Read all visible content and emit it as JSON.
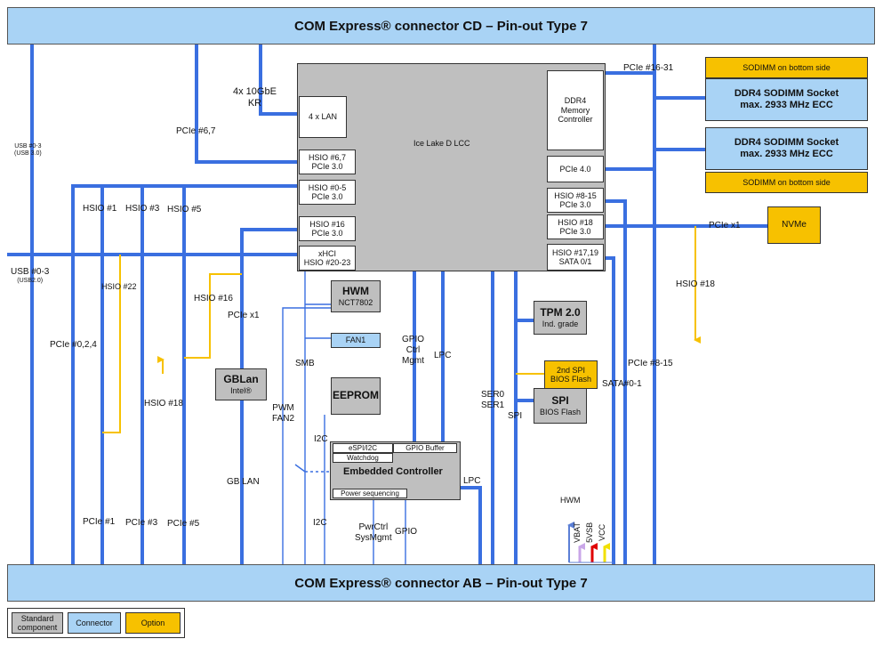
{
  "connectors": {
    "top": "COM Express® connector CD – Pin-out Type 7",
    "bottom": "COM Express® connector AB – Pin-out Type 7"
  },
  "cpu": {
    "name": "Ice Lake D LCC",
    "lan": "4 x LAN",
    "hsio67": [
      "HSIO #6,7",
      "PCIe 3.0"
    ],
    "hsio05": [
      "HSIO #0-5",
      "PCIe 3.0"
    ],
    "hsio16": [
      "HSIO #16",
      "PCIe 3.0"
    ],
    "xhci": [
      "xHCI",
      "HSIO #20-23"
    ],
    "ddr": [
      "DDR4",
      "Memory",
      "Controller"
    ],
    "pcie4": "PCIe 4.0",
    "hsio815": [
      "HSIO #8-15",
      "PCIe 3.0"
    ],
    "hsio18": [
      "HSIO #18",
      "PCIe 3.0"
    ],
    "hsio1719": [
      "HSIO #17,19",
      "SATA 0/1"
    ]
  },
  "memory": {
    "option_top": "SODIMM on bottom side",
    "socket1": [
      "DDR4 SODIMM Socket",
      "max. 2933 MHz ECC"
    ],
    "socket2": [
      "DDR4 SODIMM Socket",
      "max. 2933 MHz ECC"
    ],
    "option_bottom": "SODIMM on bottom side"
  },
  "nvme": "NVMe",
  "hwm": {
    "title": "HWM",
    "sub": "NCT7802"
  },
  "fan": "FAN1",
  "eeprom": "EEPROM",
  "gblan": {
    "title": "GBLan",
    "sub": "Intel®"
  },
  "tpm": {
    "title": "TPM 2.0",
    "sub": "Ind. grade"
  },
  "spi2": [
    "2nd SPI",
    "BIOS Flash"
  ],
  "spi": {
    "title": "SPI",
    "sub": "BIOS Flash"
  },
  "ec": {
    "title": "Embedded Controller",
    "espi": "eSPI/I2C",
    "gpio_buffer": "GPIO Buffer",
    "watchdog": "Watchdog",
    "power": "Power sequencing"
  },
  "labels": {
    "kr": [
      "4x 10GbE",
      "KR"
    ],
    "pcie67": "PCIe #6,7",
    "usb30": [
      "USB #0-3",
      "(USB 3.0)"
    ],
    "usb20": [
      "USB #0-3",
      "(USB2.0)"
    ],
    "hsio1": "HSIO #1",
    "hsio3": "HSIO #3",
    "hsio5": "HSIO #5",
    "hsio22": "HSIO #22",
    "hsio16": "HSIO #16",
    "pciex1_left": "PCIe x1",
    "hsio18_left": "HSIO #18",
    "pcie024": "PCIe #0,2,4",
    "pcie1": "PCIe #1",
    "pcie3": "PCIe #3",
    "pcie5": "PCIe #5",
    "gblan": "GB LAN",
    "smb": "SMB",
    "pwmfan": [
      "PWM",
      "FAN2"
    ],
    "i2c_top": "I2C",
    "i2c_bottom": "I2C",
    "gpio": [
      "GPIO",
      "Ctrl",
      "Mgmt"
    ],
    "lpc_top": "LPC",
    "lpc_bottom": "LPC",
    "ser": [
      "SER0",
      "SER1"
    ],
    "spi": "SPI",
    "pwrctrl": [
      "PwrCtrl",
      "SysMgmt"
    ],
    "gpio_bottom": "GPIO",
    "pcie1631": "PCIe #16-31",
    "pciex1_right": "PCIe x1",
    "hsio18_right": "HSIO #18",
    "pcie815": "PCIe #8-15",
    "sata": "SATA#0-1",
    "hwm": "HWM",
    "vbat": "VBAT",
    "v5sb": "5VSB",
    "vcc": "VCC"
  },
  "legend": {
    "standard": [
      "Standard",
      "component"
    ],
    "connector": "Connector",
    "option": "Option"
  },
  "colors": {
    "bus": "#3a6fe0",
    "thin": "#3a6fe0",
    "option": "#f7c100",
    "vbat": "#c9a6e8",
    "v5sb": "#e00000",
    "vcc": "#f2e000"
  }
}
